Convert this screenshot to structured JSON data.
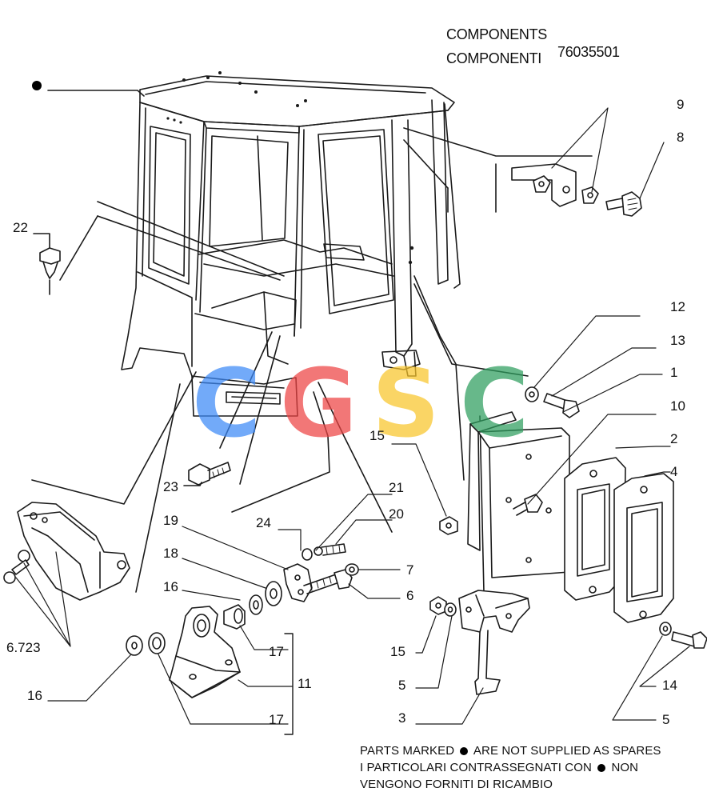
{
  "header": {
    "line1": "COMPONENTS",
    "line2": "COMPONENTI",
    "part_number": "76035501"
  },
  "legend_note": {
    "line1_before": "PARTS MARKED",
    "line1_after": "ARE NOT SUPPLIED AS SPARES",
    "line2_before": "I  PARTICOLARI  CONTRASSEGNATI  CON",
    "line2_after": "NON",
    "line3": "VENGONO FORNITI DI RICAMBIO"
  },
  "watermark": {
    "letters": [
      "C",
      "G",
      "S",
      "C"
    ],
    "colors": [
      "#3d8af7",
      "#ee4444",
      "#f9c52b",
      "#2e9e5e"
    ]
  },
  "callouts": [
    {
      "id": "c9",
      "text": "9"
    },
    {
      "id": "c8",
      "text": "8"
    },
    {
      "id": "c22",
      "text": "22"
    },
    {
      "id": "c12",
      "text": "12"
    },
    {
      "id": "c13",
      "text": "13"
    },
    {
      "id": "c1",
      "text": "1"
    },
    {
      "id": "c10",
      "text": "10"
    },
    {
      "id": "c2",
      "text": "2"
    },
    {
      "id": "c4",
      "text": "4"
    },
    {
      "id": "c15a",
      "text": "15"
    },
    {
      "id": "c21",
      "text": "21"
    },
    {
      "id": "c20",
      "text": "20"
    },
    {
      "id": "c24",
      "text": "24"
    },
    {
      "id": "c19",
      "text": "19"
    },
    {
      "id": "c23",
      "text": "23"
    },
    {
      "id": "c18",
      "text": "18"
    },
    {
      "id": "c7",
      "text": "7"
    },
    {
      "id": "c16a",
      "text": "16"
    },
    {
      "id": "c6",
      "text": "6"
    },
    {
      "id": "c6723",
      "text": "6.723"
    },
    {
      "id": "c17a",
      "text": "17"
    },
    {
      "id": "c15b",
      "text": "15"
    },
    {
      "id": "c11",
      "text": "11"
    },
    {
      "id": "c16b",
      "text": "16"
    },
    {
      "id": "c5a",
      "text": "5"
    },
    {
      "id": "c14",
      "text": "14"
    },
    {
      "id": "c3",
      "text": "3"
    },
    {
      "id": "c17b",
      "text": "17"
    },
    {
      "id": "c5b",
      "text": "5"
    }
  ]
}
